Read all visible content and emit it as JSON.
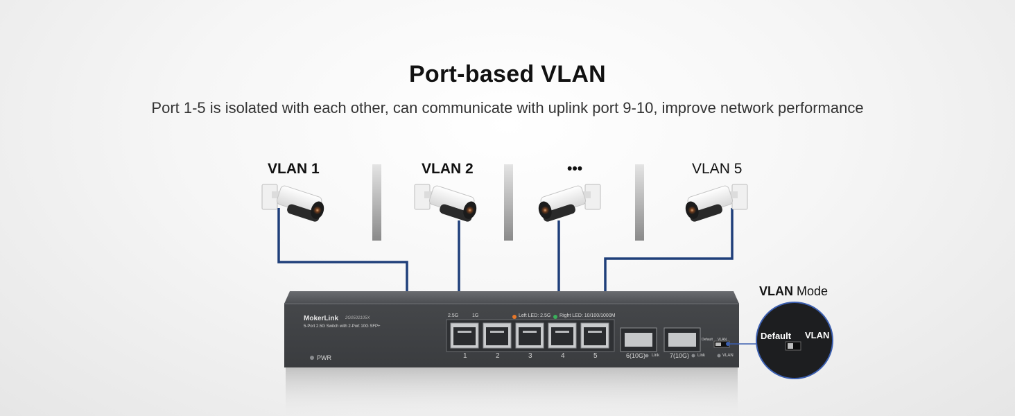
{
  "header": {
    "title": "Port-based VLAN",
    "subtitle": "Port 1-5 is isolated with each other, can communicate with uplink port 9-10, improve network performance"
  },
  "vlans": [
    {
      "label": "VLAN 1"
    },
    {
      "label": "VLAN 2"
    },
    {
      "label": "•••"
    },
    {
      "label": "VLAN 5"
    }
  ],
  "switch": {
    "brand": "MokerLink",
    "model": "2G0502105X",
    "description": "5-Port 2.5G Switch with 2-Port 10G SFP+",
    "speed_25": "2.5G",
    "speed_1g": "1G",
    "led_left": "Left LED: 2.5G",
    "led_right": "Right LED: 10/100/1000M",
    "pwr": "PWR",
    "ports": [
      "1",
      "2",
      "3",
      "4",
      "5"
    ],
    "sfp6": "6(10G)",
    "sfp7": "7(10G)",
    "link": "Link",
    "dip_default": "Default",
    "dip_vlan": "VLAN",
    "vlan_led": "VLAN",
    "colors": {
      "body": "#4a4c4f",
      "cable": "#1f3f7a",
      "led_orange": "#e8782a",
      "led_green": "#3ab05a"
    }
  },
  "vlan_mode": {
    "title_bold": "VLAN",
    "title_rest": " Mode",
    "default_label": "Default",
    "vlan_label": "VLAN"
  }
}
